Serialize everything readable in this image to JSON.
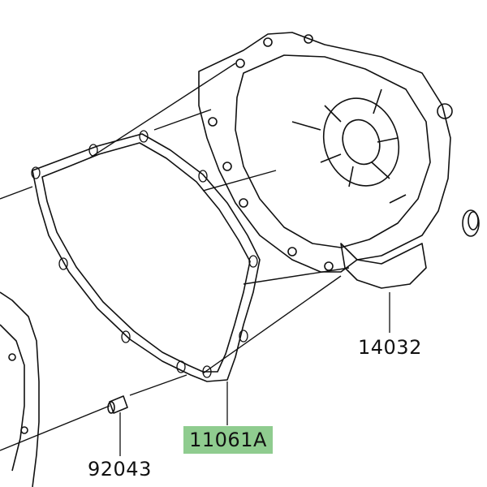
{
  "parts": [
    {
      "number": "14032",
      "name": "cover",
      "highlighted": false
    },
    {
      "number": "11061A",
      "name": "gasket",
      "highlighted": true
    },
    {
      "number": "92043",
      "name": "dowel-pin",
      "highlighted": false
    }
  ],
  "colors": {
    "highlight": "#8fcc8f",
    "line": "#111111"
  }
}
